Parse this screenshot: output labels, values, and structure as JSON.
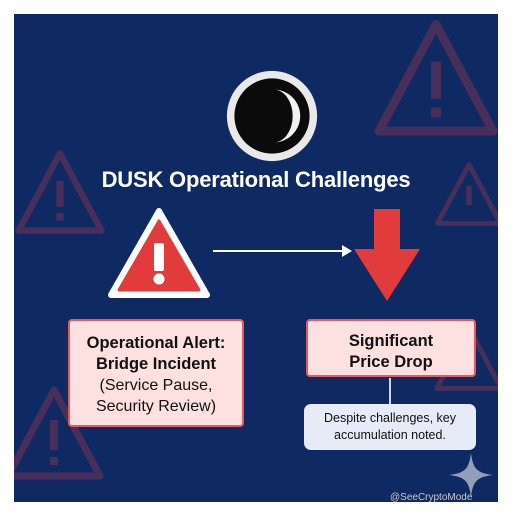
{
  "title": "DUSK Operational Challenges",
  "icons": {
    "logo": "crescent-moon-logo",
    "alert": "warning-triangle-icon",
    "flow": "arrow-right-icon",
    "drop": "arrow-down-icon",
    "sparkle": "sparkle-icon"
  },
  "alert_card": {
    "title_line1": "Operational Alert:",
    "title_line2": "Bridge Incident",
    "sub_line1": "(Service Pause,",
    "sub_line2": "Security Review)"
  },
  "price_card": {
    "title_line1": "Significant",
    "title_line2": "Price Drop"
  },
  "note": {
    "line1": "Despite challenges, key",
    "line2": "accumulation noted."
  },
  "watermark": "@SeeCryptoMode",
  "colors": {
    "background": "#0f2a63",
    "alert_red": "#e23b3b",
    "card_fill": "#fde0e0",
    "note_fill": "#e6ebf7"
  }
}
